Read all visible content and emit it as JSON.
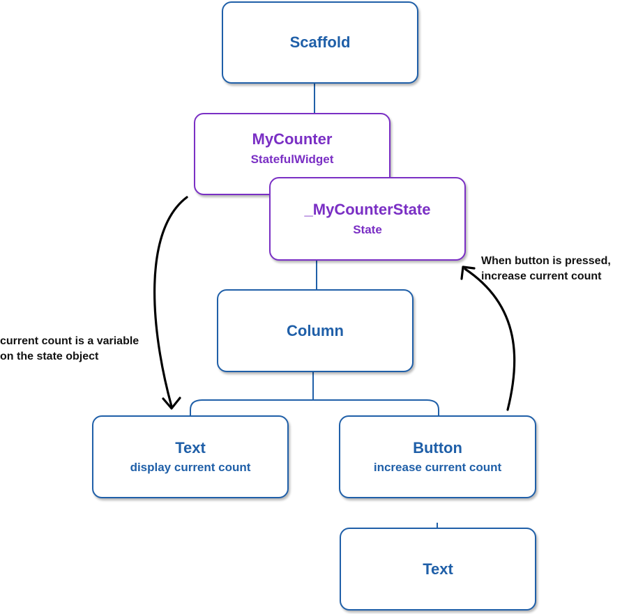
{
  "nodes": {
    "scaffold": {
      "title": "Scaffold"
    },
    "mycounter": {
      "title": "MyCounter",
      "subtitle": "StatefulWidget"
    },
    "mycounterstate": {
      "title": "_MyCounterState",
      "subtitle": "State"
    },
    "column": {
      "title": "Column"
    },
    "text_display": {
      "title": "Text",
      "subtitle": "display current count"
    },
    "button": {
      "title": "Button",
      "subtitle": "increase current count"
    },
    "text_child": {
      "title": "Text"
    }
  },
  "annotations": {
    "left": {
      "line1": "current count is a variable",
      "line2": "on the state object"
    },
    "right": {
      "line1": "When button is pressed,",
      "line2": "increase current count"
    }
  },
  "colors": {
    "widget": "#1f5fa8",
    "state": "#7a2fc4",
    "arrow": "#000000"
  }
}
